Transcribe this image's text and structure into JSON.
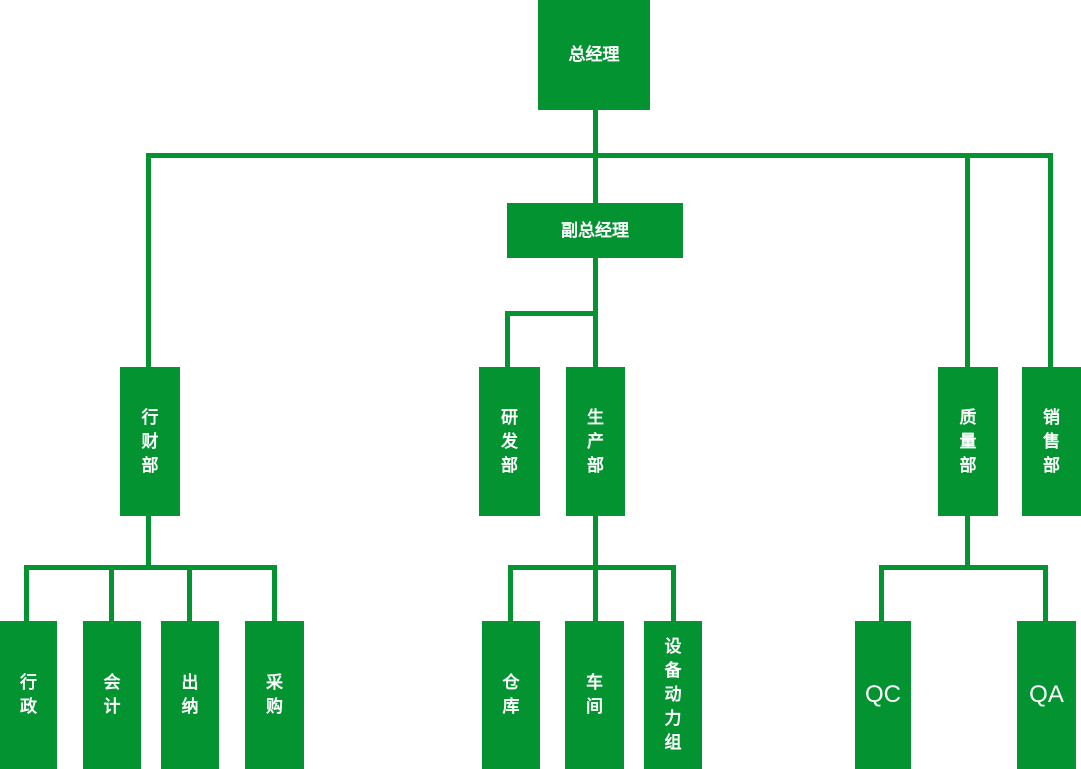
{
  "diagram_type": "org-chart",
  "colors": {
    "node_fill": "#039331",
    "node_text": "#ffffff",
    "line": "#039331",
    "background": "#ffffff"
  },
  "nodes": {
    "gm": {
      "label": "总经理"
    },
    "dgm": {
      "label": "副总经理"
    },
    "fin": {
      "label": "行\n财\n部"
    },
    "rd": {
      "label": "研\n发\n部"
    },
    "prod": {
      "label": "生\n产\n部"
    },
    "qual": {
      "label": "质\n量\n部"
    },
    "sales": {
      "label": "销\n售\n部"
    },
    "admin": {
      "label": "行\n政"
    },
    "acct": {
      "label": "会\n计"
    },
    "cash": {
      "label": "出\n纳"
    },
    "purch": {
      "label": "采\n购"
    },
    "wh": {
      "label": "仓\n库"
    },
    "ws": {
      "label": "车\n间"
    },
    "equip": {
      "label": "设\n备\n动\n力\n组"
    },
    "qc": {
      "label": "QC"
    },
    "qa": {
      "label": "QA"
    }
  },
  "hierarchy": {
    "总经理": {
      "行财部": [
        "行政",
        "会计",
        "出纳",
        "采购"
      ],
      "副总经理": {
        "研发部": [],
        "生产部": [
          "仓库",
          "车间",
          "设备动力组"
        ]
      },
      "质量部": [
        "QC",
        "QA"
      ],
      "销售部": []
    }
  }
}
